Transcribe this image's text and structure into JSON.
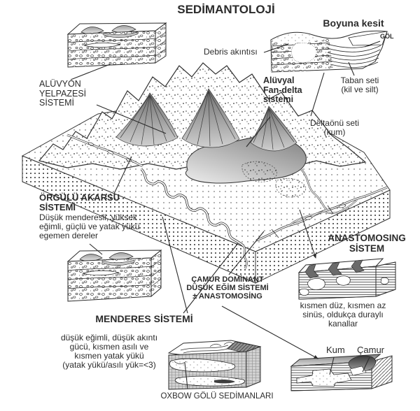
{
  "title": "SEDİMANTOLOJİ",
  "colors": {
    "ink": "#2b2b2b",
    "shade_gray": "#8f8f8f",
    "light_gray": "#c6c6c6"
  },
  "labels": {
    "alluvial_fan_system": "ALÜVYON\nYELPAZESİ\nSİSTEMİ",
    "longitudinal_section": "Boyuna kesit",
    "lake": "GÖL",
    "debris_flow": "Debris akıntısı",
    "alluvial_fan_delta": "Alüvyal\nFan-delta\nsistemi",
    "bottomset": "Taban seti\n(kil ve silt)",
    "delta_front_set": "Deltaönü seti\n(kum)",
    "braided_header": "ÖRGÜLÜ AKARSU\nSİSTEMİ",
    "braided_desc": "Düşük menderesli, yüksek\neğimli, güçlü ve yatak yükü\negemen dereler",
    "meander_header": "MENDERES SİSTEMİ",
    "meander_desc": "düşük eğimli, düşük akıntı\ngücü, kısmen asılı ve\nkısmen yatak yükü\n(yatak yükü/asılı yük=<3)",
    "mud_dominant": "ÇAMUR DOMİNANT\nDÜŞÜK EĞİM SİSTEMİ\n± ANASTOMOSİNG",
    "anastomosing_header": "ANASTOMOSING\nSİSTEM",
    "anastomosing_desc": "kısmen düz, kısmen az\nsinüs, oldukça duraylı\nkanallar",
    "sand": "Kum",
    "mud": "Çamur",
    "oxbow_caption": "OXBOW GÖLÜ SEDİMANLARI"
  }
}
